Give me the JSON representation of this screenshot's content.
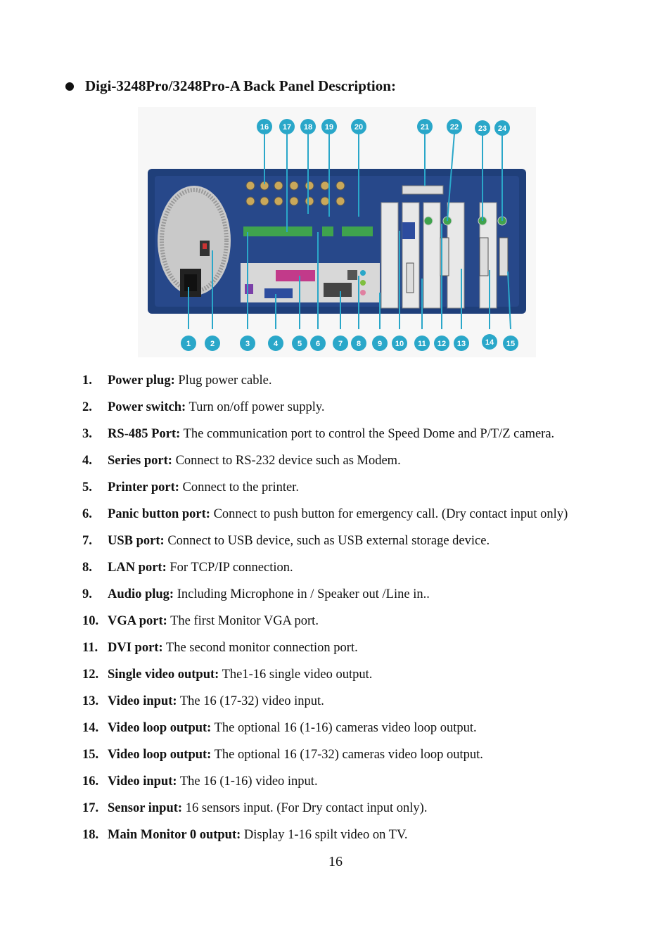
{
  "heading": "Digi-3248Pro/3248Pro-A Back Panel Description:",
  "figure": {
    "callouts_top": [
      "16",
      "17",
      "18",
      "19",
      "20",
      "21",
      "22",
      "23",
      "24"
    ],
    "callouts_bottom": [
      "1",
      "2",
      "3",
      "4",
      "5",
      "6",
      "7",
      "8",
      "9",
      "10",
      "11",
      "12",
      "13",
      "14",
      "15"
    ],
    "colors": {
      "panel": "#1f3f7a",
      "callout": "#2aa7c9",
      "board": "#3fa34d",
      "psu": "#c9c9c9"
    }
  },
  "items": [
    {
      "num": "1.",
      "term": "Power plug:",
      "desc": " Plug power cable."
    },
    {
      "num": "2.",
      "term": "Power switch:",
      "desc": " Turn on/off power supply."
    },
    {
      "num": "3.",
      "term": "RS-485 Port:",
      "desc": " The communication port to control the Speed Dome and P/T/Z camera."
    },
    {
      "num": "4.",
      "term": "Series port:",
      "desc": " Connect to RS-232 device such as Modem."
    },
    {
      "num": "5.",
      "term": "Printer port:",
      "desc": " Connect to the printer."
    },
    {
      "num": "6.",
      "term": "Panic button port:",
      "desc": " Connect to push button for emergency call. (Dry contact input only)"
    },
    {
      "num": "7.",
      "term": "USB port:",
      "desc": " Connect to USB device, such as USB external storage device."
    },
    {
      "num": "8.",
      "term": "LAN port:",
      "desc": " For TCP/IP connection."
    },
    {
      "num": "9.",
      "term": "Audio plug:",
      "desc": " Including Microphone in / Speaker out /Line in.."
    },
    {
      "num": "10.",
      "term": "VGA port:",
      "desc": " The first Monitor VGA port."
    },
    {
      "num": "11.",
      "term": "DVI port:",
      "desc": " The second monitor connection port."
    },
    {
      "num": "12.",
      "term": "Single video output:",
      "desc": " The1-16 single video output."
    },
    {
      "num": "13.",
      "term": "Video input:",
      "desc": " The 16 (17-32) video input."
    },
    {
      "num": "14.",
      "term": "Video loop output:",
      "desc": " The optional 16 (1-16) cameras video loop output."
    },
    {
      "num": "15.",
      "term": "Video loop output:",
      "desc": " The optional 16 (17-32) cameras video loop output."
    },
    {
      "num": "16.",
      "term": "Video input:",
      "desc": " The 16 (1-16) video input."
    },
    {
      "num": "17.",
      "term": "Sensor input:",
      "desc": " 16 sensors input. (For Dry contact input only)."
    },
    {
      "num": "18.",
      "term": "Main Monitor 0 output:",
      "desc": " Display 1-16 spilt video on TV."
    }
  ],
  "page_number": "16"
}
